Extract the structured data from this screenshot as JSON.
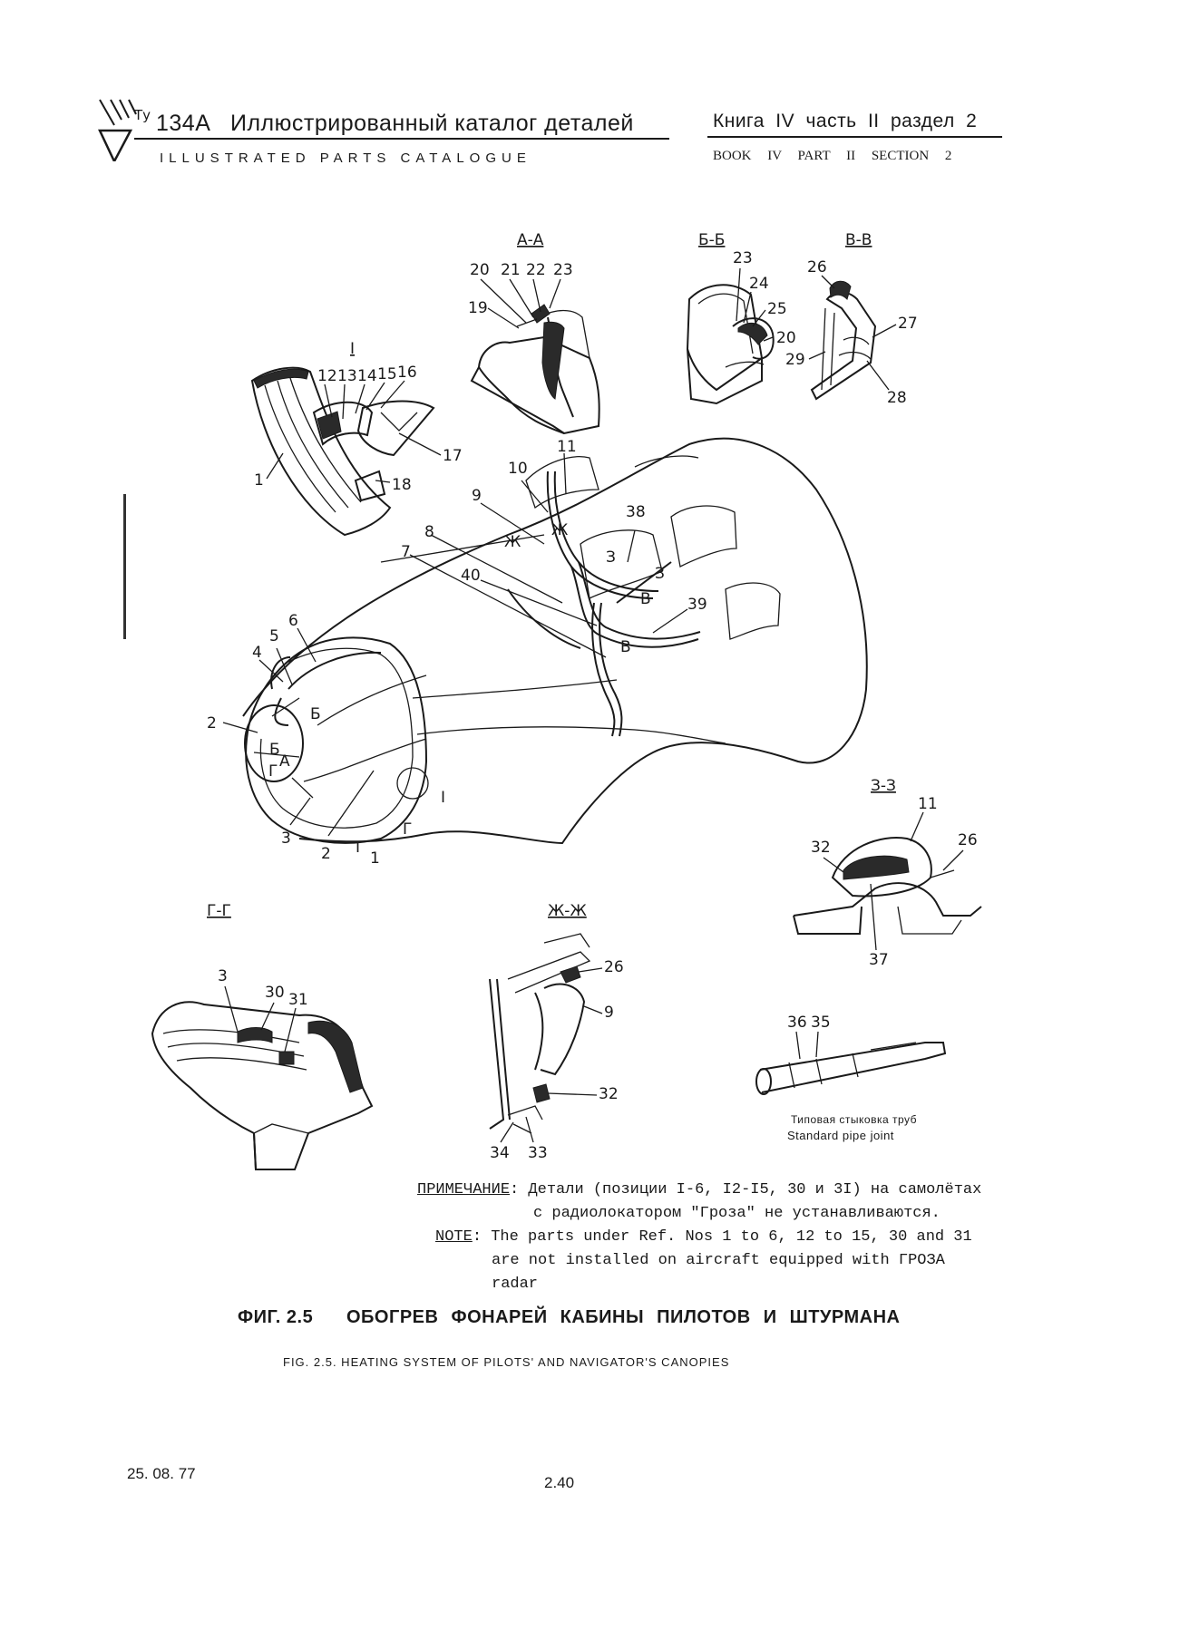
{
  "header": {
    "logo_text": "Ту",
    "model": "134А",
    "title_ru": "Иллюстрированный каталог деталей",
    "title_en": "ILLUSTRATED PARTS CATALOGUE",
    "book_ru": "Книга IV часть II раздел 2",
    "book_en": "BOOK IV PART II SECTION 2"
  },
  "figure": {
    "sections": {
      "aa": "А-А",
      "bb": "Б-Б",
      "vv": "В-В",
      "detail1": "I",
      "zz": "З-З",
      "gg": "Г-Г",
      "zhzh": "Ж-Ж"
    },
    "view_letters": {
      "zh_left": "Ж",
      "zh_right": "Ж",
      "z_left": "З",
      "z_right": "З",
      "v_upper": "В",
      "v_lower": "В",
      "b_main": "Б",
      "b_small": "Б",
      "a_small": "А",
      "g_small": "Г",
      "g_left": "Г",
      "g_right": "Г"
    },
    "callouts": {
      "n1": "1",
      "n2": "2",
      "n3": "3",
      "n4": "4",
      "n5": "5",
      "n6": "6",
      "n7": "7",
      "n8": "8",
      "n9": "9",
      "n10": "10",
      "n11": "11",
      "n12": "12",
      "n13": "13",
      "n14": "14",
      "n15": "15",
      "n16": "16",
      "n17": "17",
      "n18": "18",
      "n19": "19",
      "n20": "20",
      "n21": "21",
      "n22": "22",
      "n23": "23",
      "n24": "24",
      "n25": "25",
      "n26": "26",
      "n27": "27",
      "n28": "28",
      "n29": "29",
      "n30": "30",
      "n31": "31",
      "n32": "32",
      "n33": "33",
      "n34": "34",
      "n35": "35",
      "n36": "36",
      "n37": "37",
      "n38": "38",
      "n39": "39",
      "n40": "40",
      "detail_marker": "I"
    },
    "pipe_joint_ru": "Типовая стыковка труб",
    "pipe_joint_en": "Standard pipe joint"
  },
  "note": {
    "label_ru": "ПРИМЕЧАНИЕ",
    "line1_ru": ": Детали (позиции I-6, I2-I5, 30 и 3I) на самолётах",
    "line2_ru": "с радиолокатором \"Гроза\" не устанавливаются.",
    "label_en": "NOTE",
    "line1_en": ": The parts under Ref. Nos 1 to 6, 12 to 15, 30 and 31",
    "line2_en": "are not installed on aircraft equipped with ГРОЗА",
    "line3_en": "radar"
  },
  "caption": {
    "fig_ru": "ФИГ. 2.5",
    "title_ru": "ОБОГРЕВ ФОНАРЕЙ КАБИНЫ ПИЛОТОВ И ШТУРМАНА",
    "title_en": "FIG. 2.5. HEATING SYSTEM OF PILOTS' AND NAVIGATOR'S CANOPIES"
  },
  "footer": {
    "date": "25. 08. 77",
    "page": "2.40"
  }
}
